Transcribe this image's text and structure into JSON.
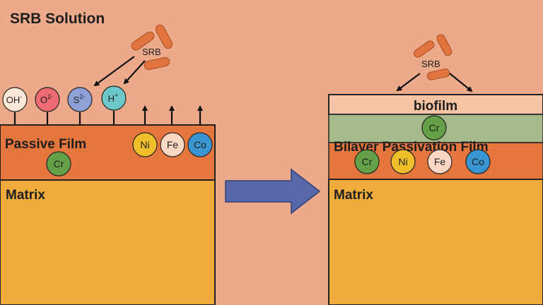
{
  "title": "SRB Solution",
  "left_panel": {
    "bacteria_label": "SRB",
    "species": [
      {
        "base": "OH",
        "charge": "-",
        "fill": "#fde8d8"
      },
      {
        "base": "O",
        "charge": "2-",
        "fill": "#ee6b73"
      },
      {
        "base": "S",
        "charge": "2-",
        "fill": "#8fa0d6"
      },
      {
        "base": "H",
        "charge": "+",
        "fill": "#6cc7c9"
      }
    ],
    "film_label": "Passive Film",
    "film_ion": "Cr",
    "released_ions": [
      "Ni",
      "Fe",
      "Co"
    ],
    "matrix_label": "Matrix"
  },
  "right_panel": {
    "bacteria_label": "SRB",
    "biofilm_label": "biofilm",
    "film_label": "Bilayer Passivation Film",
    "top_ion": "Cr",
    "film_ions": [
      "Cr",
      "Ni",
      "Fe",
      "Co"
    ],
    "matrix_label": "Matrix"
  },
  "colors": {
    "solution": "#ecaa8a",
    "film": "#e5773e",
    "matrix": "#f0ac3a",
    "biofilm": "#f6c4a5",
    "green_layer": "#a7ba8a",
    "bacteria": "#e2753f",
    "process_arrow": "#5668a8",
    "ion_cr": "#63a047",
    "ion_ni": "#f1be2b",
    "ion_fe": "#fcd7c4",
    "ion_co": "#3a96d2"
  }
}
